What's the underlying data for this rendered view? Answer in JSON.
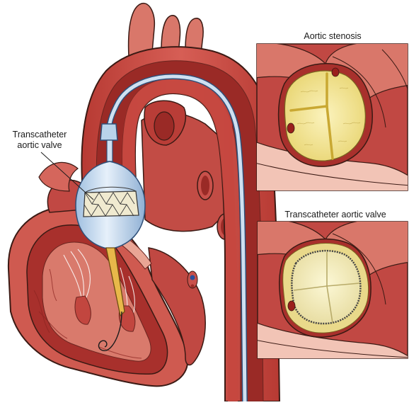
{
  "labels": {
    "tav_callout_line1": "Transcatheter",
    "tav_callout_line2": "aortic valve",
    "panel_top_title": "Aortic stenosis",
    "panel_bottom_title": "Transcatheter aortic valve"
  },
  "colors": {
    "outline": "#3b1a14",
    "tissue_dark": "#a8302c",
    "tissue_mid": "#c8504a",
    "tissue_light": "#e08a7c",
    "tissue_pale": "#f2c4b6",
    "lumen": "#8e2420",
    "leaflet_yellow": "#f1e48c",
    "leaflet_yellow_dark": "#c9a832",
    "catheter_blue": "#b9d3ea",
    "catheter_edge": "#2f4f78",
    "wire_yellow": "#e8b84a"
  },
  "icons": {
    "stent": "stent-icon",
    "balloon": "balloon-icon"
  }
}
